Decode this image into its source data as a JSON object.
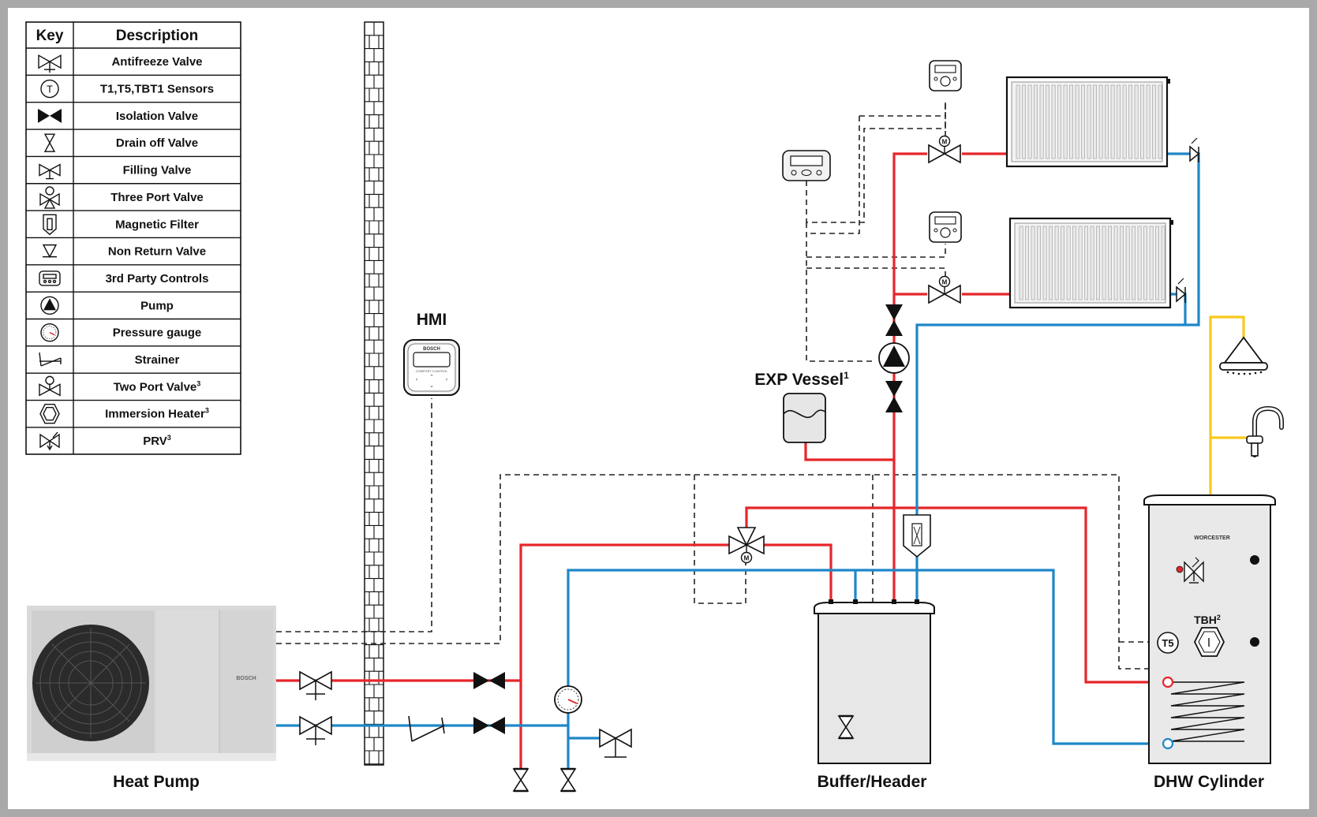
{
  "key_table": {
    "header_key": "Key",
    "header_description": "Description",
    "rows": [
      {
        "icon": "antifreeze-valve-icon",
        "label": "Antifreeze Valve"
      },
      {
        "icon": "sensor-t-icon",
        "label": "T1,T5,TBT1 Sensors"
      },
      {
        "icon": "isolation-valve-icon",
        "label": "Isolation Valve"
      },
      {
        "icon": "drain-off-valve-icon",
        "label": "Drain off Valve"
      },
      {
        "icon": "filling-valve-icon",
        "label": "Filling Valve"
      },
      {
        "icon": "three-port-valve-icon",
        "label": "Three Port Valve"
      },
      {
        "icon": "magnetic-filter-icon",
        "label": "Magnetic Filter"
      },
      {
        "icon": "non-return-valve-icon",
        "label": "Non Return Valve"
      },
      {
        "icon": "controller-icon",
        "label": "3rd Party Controls"
      },
      {
        "icon": "pump-icon",
        "label": "Pump"
      },
      {
        "icon": "pressure-gauge-icon",
        "label": "Pressure gauge"
      },
      {
        "icon": "strainer-icon",
        "label": "Strainer"
      },
      {
        "icon": "two-port-valve-icon",
        "label": "Two Port Valve",
        "sup": "3"
      },
      {
        "icon": "immersion-heater-icon",
        "label": "Immersion Heater",
        "sup": "3"
      },
      {
        "icon": "prv-icon",
        "label": "PRV",
        "sup": "3"
      }
    ]
  },
  "labels": {
    "hmi": "HMI",
    "exp_vessel": "EXP Vessel",
    "exp_vessel_sup": "1",
    "heat_pump": "Heat Pump",
    "buffer": "Buffer/Header",
    "dhw": "DHW Cylinder",
    "t5": "T5",
    "tbh": "TBH",
    "tbh_sup": "2",
    "brand_unit": "BOSCH",
    "brand_cylinder": "WORCESTER",
    "brand_hmi": "BOSCH",
    "hmi_sub": "COMFORT CONTROL",
    "valve_m": "M"
  },
  "colors": {
    "flow": "#e5262a",
    "return": "#1e87c8",
    "hot_water": "#f7c91d",
    "outline": "#111111",
    "background": "#ffffff",
    "frame": "#a9a9a9"
  }
}
